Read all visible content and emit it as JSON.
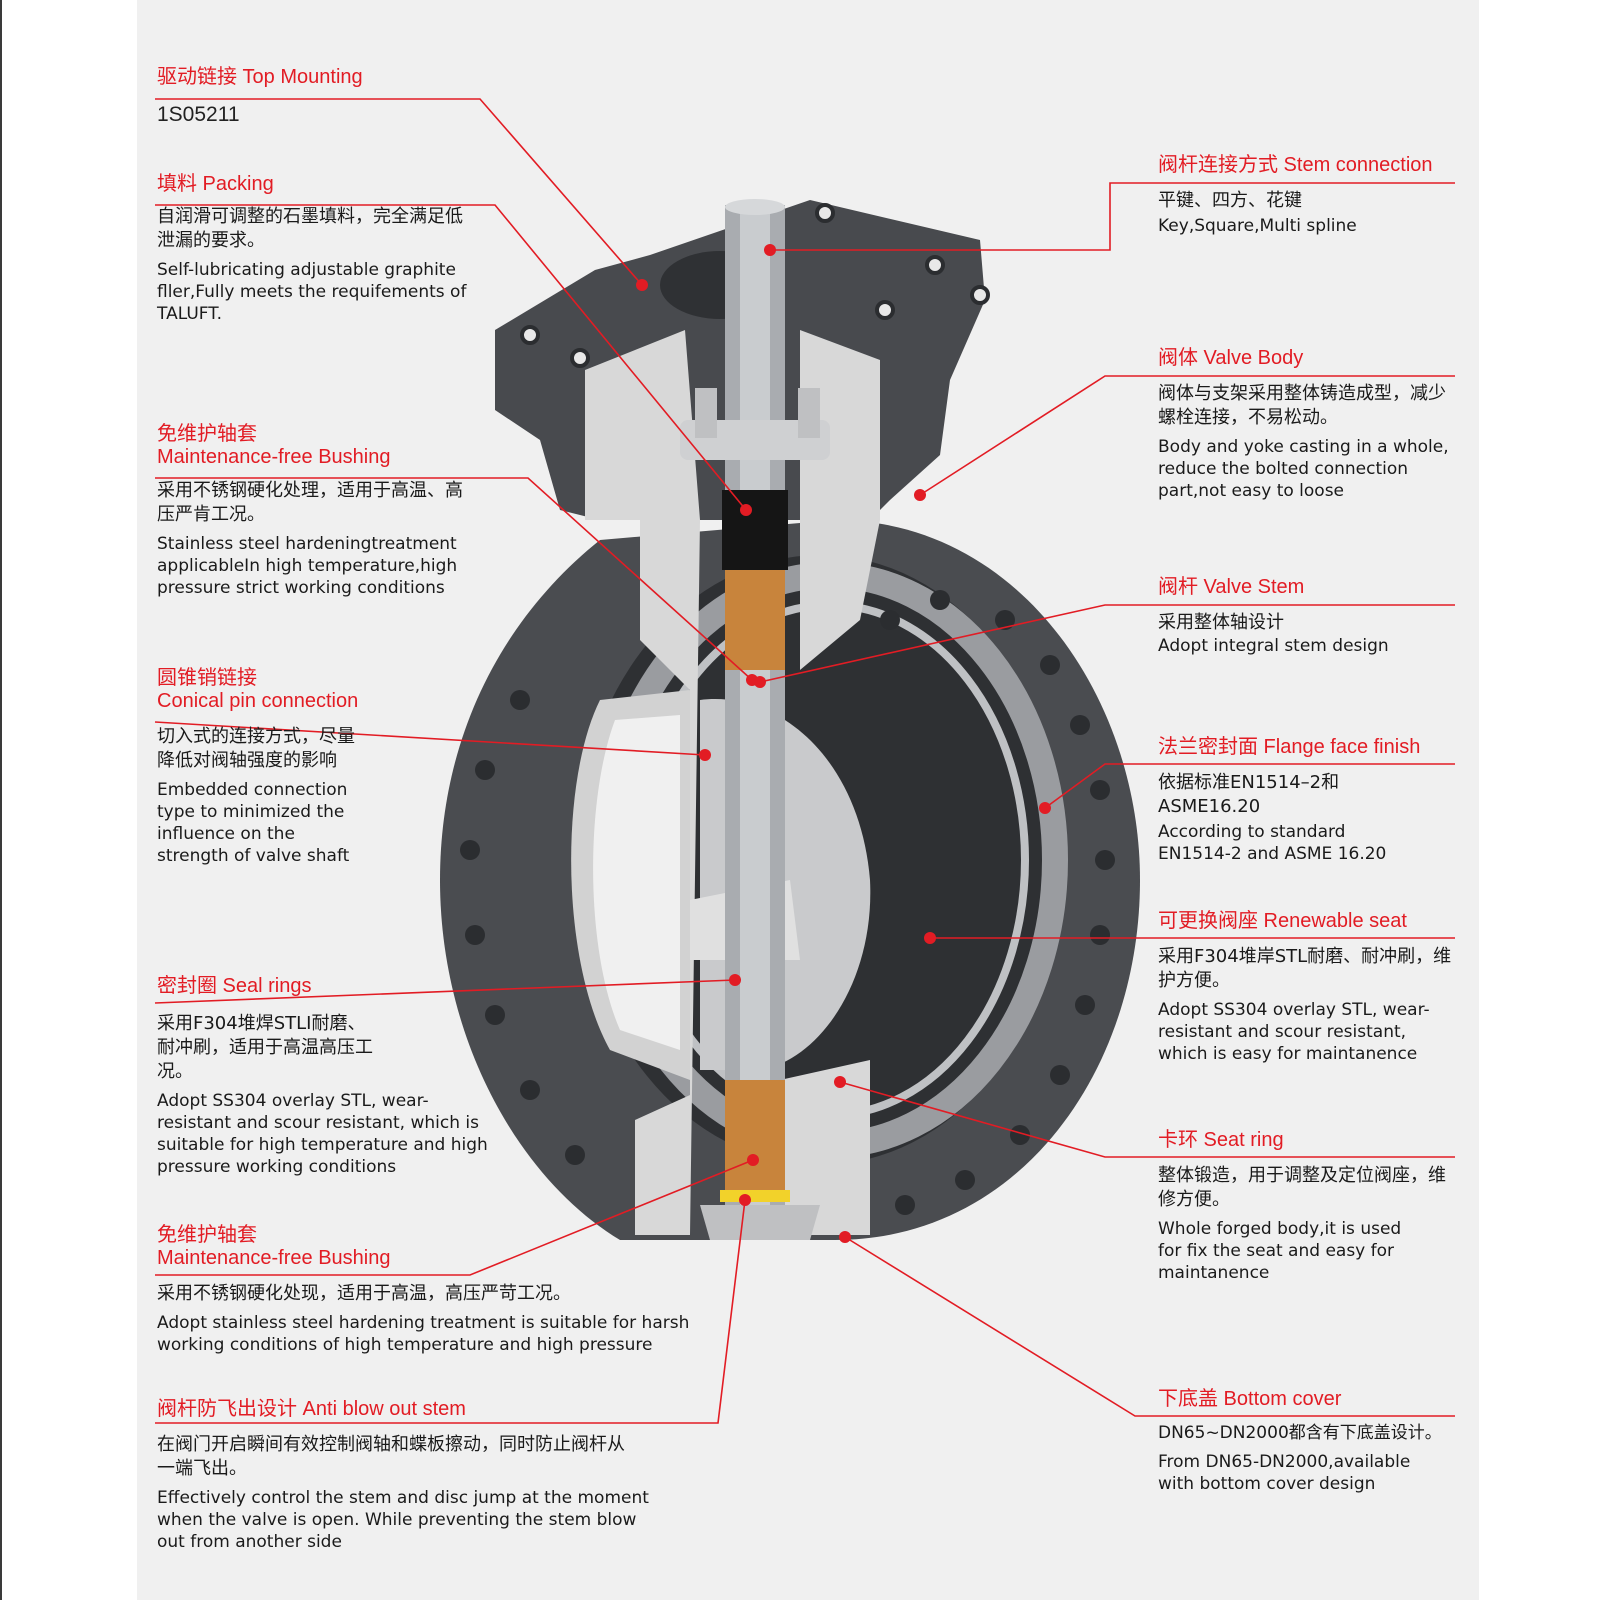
{
  "colors": {
    "accent": "#e21c24",
    "panel": "#f0f0f0",
    "body_dark": "#4a4c50",
    "cut_face": "#d9d9d9",
    "bushing": "#c8843c"
  },
  "left_callouts": [
    {
      "title": "驱动链接 Top Mounting",
      "code": "1S05211"
    },
    {
      "title": "填料 Packing",
      "zh": "自润滑可调整的石墨填料，完全满足低泄漏的要求。",
      "en": "Self-lubricating adjustable graphite fller,Fully meets the requifements of TALUFT."
    },
    {
      "title": "免维护轴套",
      "title2": "Maintenance-free Bushing",
      "zh": "采用不锈钢硬化处理，适用于高温、高压严肯工况。",
      "en": "Stainless steel hardeningtreatment applicableIn high temperature,high pressure strict working conditions"
    },
    {
      "title": "圆锥销链接",
      "title2": "Conical pin connection",
      "zh": "切入式的连接方式，尽量降低对阀轴强度的影响",
      "en": "Embedded connection type to minimized the influence on the strength of valve shaft"
    },
    {
      "title": "密封圈 Seal rings",
      "zh": "采用F304堆焊STLI耐磨、耐冲刷，适用于高温高压工况。",
      "en": "Adopt SS304 overlay STL, wear-resistant and scour resistant, which is suitable for high temperature and high pressure working conditions"
    },
    {
      "title": "免维护轴套",
      "title2": "Maintenance-free Bushing",
      "zh": "采用不锈钢硬化处现，适用于高温，高压严苛工况。",
      "en": "Adopt stainless steel hardening treatment is suitable for harsh working conditions of high temperature and high pressure"
    },
    {
      "title": "阀杆防飞出设计 Anti blow out stem",
      "zh": "在阀门开启瞬间有效控制阀轴和蝶板擦动，同时防止阀杆从一端飞出。",
      "en": "Effectively control the stem and disc jump at the moment when the valve is open. While preventing the stem blow out from another side"
    }
  ],
  "right_callouts": [
    {
      "title": "阀杆连接方式 Stem connection",
      "zh": "平键、四方、花键",
      "en": "Key,Square,Multi spline"
    },
    {
      "title": "阀体 Valve Body",
      "zh": "阀体与支架采用整体铸造成型，减少螺栓连接，不易松动。",
      "en": "Body and yoke casting in a whole, reduce the bolted connection part,not easy to loose"
    },
    {
      "title": "阀杆 Valve Stem",
      "zh": "采用整体轴设计",
      "en": "Adopt integral stem design"
    },
    {
      "title": "法兰密封面 Flange face finish",
      "zh": "依据标准EN1514–2和ASME16.20",
      "en": "According to standard EN1514-2 and ASME 16.20"
    },
    {
      "title": "可更换阀座 Renewable seat",
      "zh": "采用F304堆岸STL耐磨、耐冲刷，维护方便。",
      "en": "Adopt SS304 overlay STL, wear-resistant and scour resistant, which is easy for maintanence"
    },
    {
      "title": "卡环 Seat ring",
      "zh": "整体锻造，用于调整及定位阀座，维修方便。",
      "en": "Whole forged body,it is used for fix the seat and easy for maintanence"
    },
    {
      "title": "下底盖 Bottom cover",
      "zh": "DN65~DN2000都含有下底盖设计。",
      "en": "From DN65-DN2000,available with bottom cover design"
    }
  ]
}
